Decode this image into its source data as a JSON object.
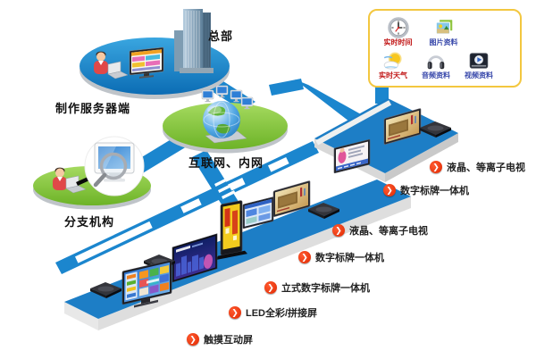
{
  "nodes": {
    "headquarters_label": "总部",
    "production_server_label": "制作服务器端",
    "network_label": "互联网、内网",
    "branch_label": "分支机构"
  },
  "media_panel": {
    "items": [
      {
        "icon": "clock-icon",
        "label": "实时时间"
      },
      {
        "icon": "photos-icon",
        "label": "图片资料"
      },
      {
        "icon": "weather-icon",
        "label": "实时天气"
      },
      {
        "icon": "headphones-icon",
        "label": "音频资料"
      },
      {
        "icon": "video-icon",
        "label": "视频资料"
      }
    ]
  },
  "device_labels": {
    "platform_right": [
      {
        "label": "液晶、等离子电视"
      },
      {
        "label": "数字标牌一体机"
      }
    ],
    "platform_main": [
      {
        "label": "液晶、等离子电视"
      },
      {
        "label": "数字标牌一体机"
      },
      {
        "label": "立式数字标牌一体机"
      },
      {
        "label": "LED全彩/拼接屏"
      },
      {
        "label": "触摸互动屏"
      }
    ]
  },
  "colors": {
    "road_blue": "#1b86ce",
    "platform_blue": "#1d7ec6",
    "ellipse_blue_top": "#35a3de",
    "ellipse_blue_bottom": "#0b6cb4",
    "ellipse_green_top": "#a2d85e",
    "ellipse_green_bottom": "#6db327",
    "badge_red": "#e8380d",
    "panel_border": "#f3c73f"
  }
}
